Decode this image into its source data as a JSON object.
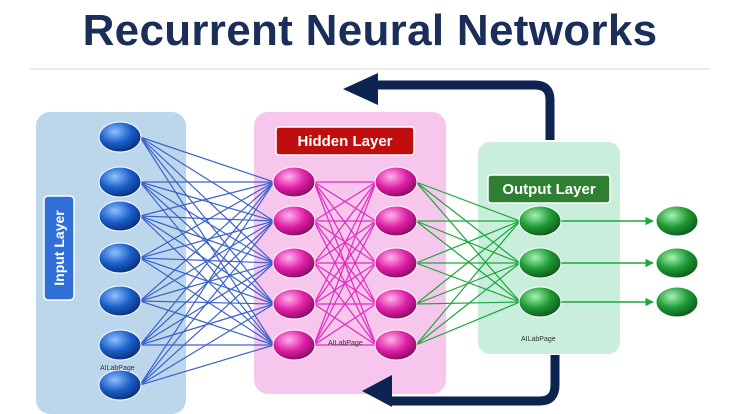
{
  "title": "Recurrent Neural Networks",
  "panels": {
    "input": {
      "label": "Input Layer",
      "watermark": "AILabPage"
    },
    "hidden": {
      "label": "Hidden Layer",
      "watermark": "AILabPage"
    },
    "output": {
      "label": "Output Layer",
      "watermark": "AILabPage"
    }
  },
  "network": {
    "input_nodes": 7,
    "hidden_nodes_per_column": 5,
    "hidden_columns": 2,
    "output_nodes": 3,
    "final_nodes": 3
  },
  "colors": {
    "title": "#1b2e5a",
    "input_panel": "#bcd7ec",
    "hidden_panel": "#f7c6ec",
    "output_panel": "#c9eedb",
    "input_label_box": "#2f6fd6",
    "hidden_label_box": "#c00d0d",
    "output_label_box": "#2f7f32",
    "input_node": "#1b5fc9",
    "hidden_node": "#e01fa6",
    "output_node": "#1f9a35",
    "input_edges": "#3d63c9",
    "hidden_edges": "#e02cc0",
    "output_edges": "#1aa83a",
    "recurrent_arrow": "#0d2350"
  }
}
